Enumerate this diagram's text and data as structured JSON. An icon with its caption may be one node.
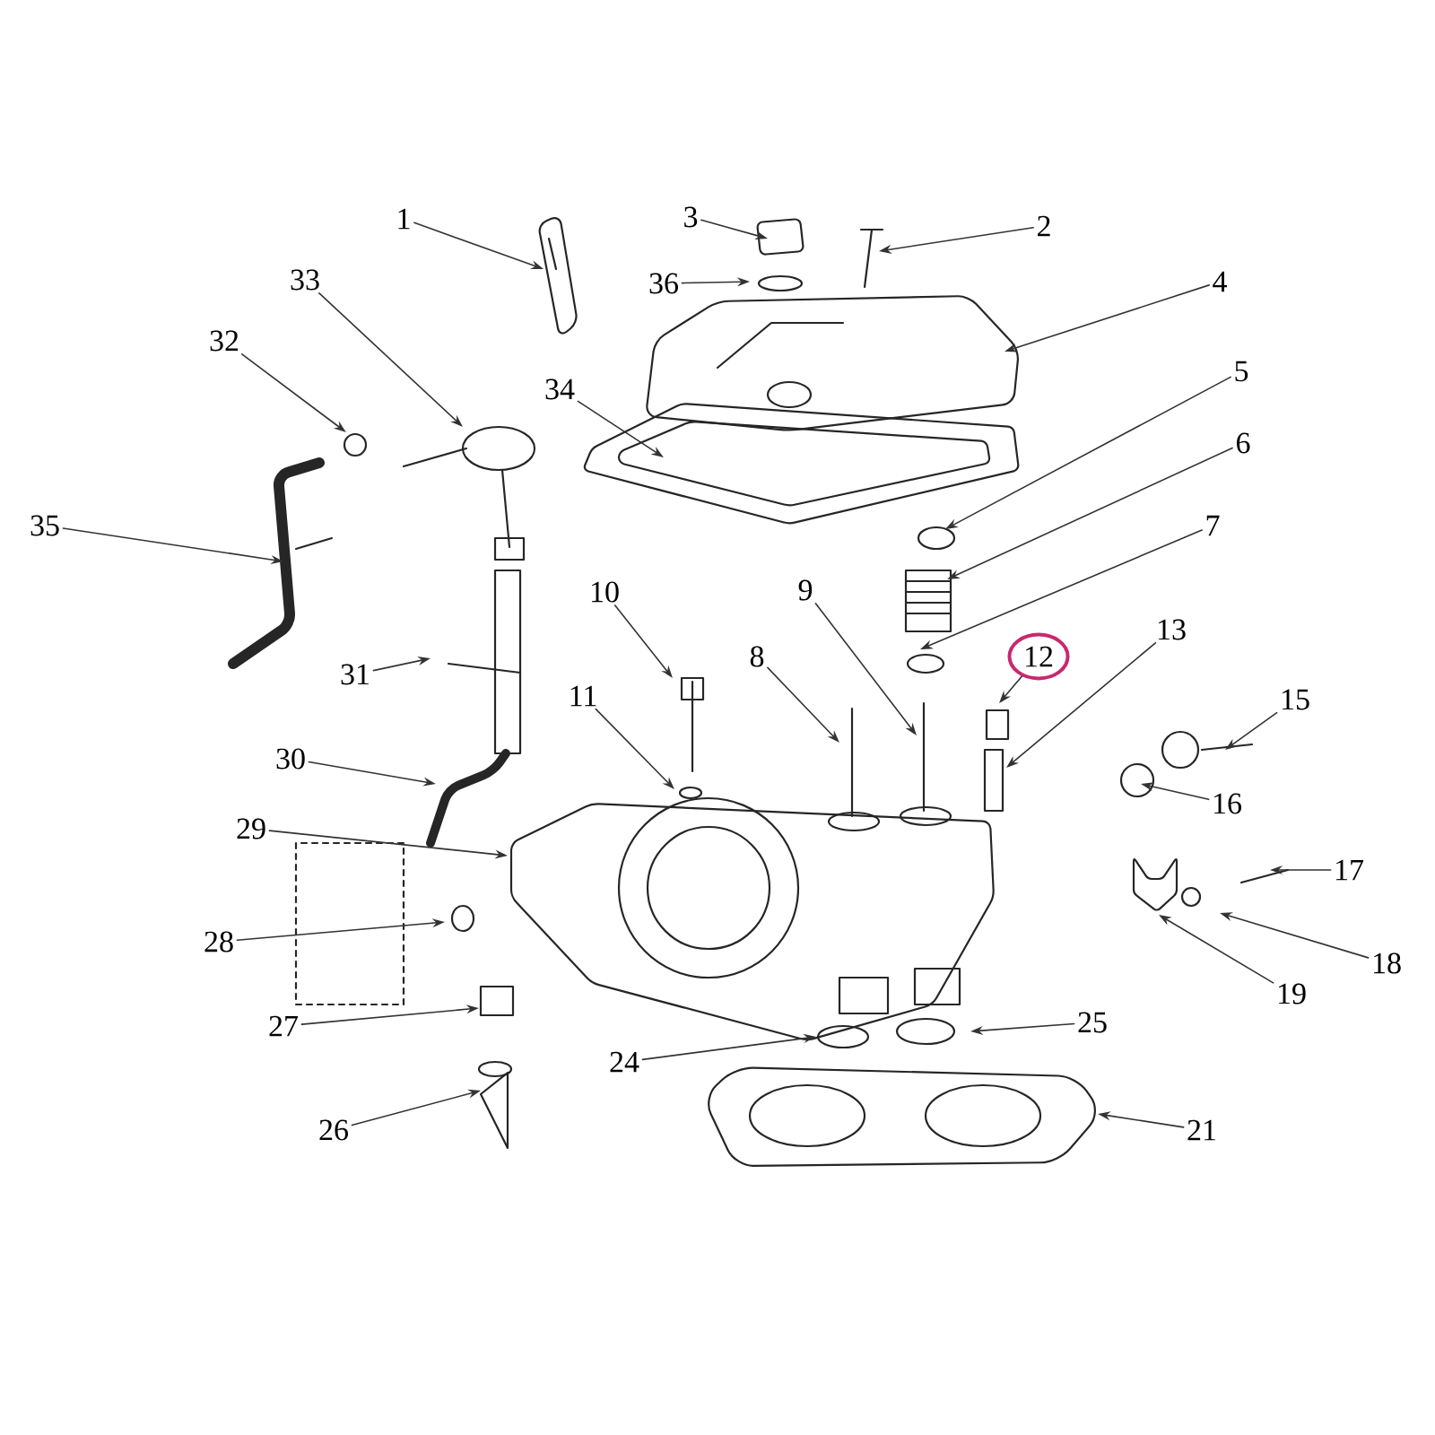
{
  "diagram": {
    "nodes": [
      {
        "text": [
          "1"
        ]
      },
      {
        "text": [
          "2"
        ]
      },
      {
        "text": [
          "3"
        ]
      },
      {
        "text": [
          "36"
        ]
      },
      {
        "text": [
          "4"
        ]
      },
      {
        "text": [
          "34"
        ]
      },
      {
        "text": [
          "33"
        ]
      },
      {
        "text": [
          "32"
        ]
      },
      {
        "text": [
          "35"
        ]
      },
      {
        "text": [
          "5"
        ]
      },
      {
        "text": [
          "6"
        ]
      },
      {
        "text": [
          "7"
        ]
      },
      {
        "text": [
          "10"
        ]
      },
      {
        "text": [
          "9"
        ]
      },
      {
        "text": [
          "8"
        ]
      },
      {
        "text": [
          "12"
        ]
      },
      {
        "text": [
          "13"
        ]
      },
      {
        "text": [
          "31"
        ]
      },
      {
        "text": [
          "11"
        ]
      },
      {
        "text": [
          "15"
        ]
      },
      {
        "text": [
          "30"
        ]
      },
      {
        "text": [
          "16"
        ]
      },
      {
        "text": [
          "29"
        ]
      },
      {
        "text": [
          "17"
        ]
      },
      {
        "text": [
          "28"
        ]
      },
      {
        "text": [
          "18"
        ]
      },
      {
        "text": [
          "19"
        ]
      },
      {
        "text": [
          "27"
        ]
      },
      {
        "text": [
          "25"
        ]
      },
      {
        "text": [
          "24"
        ]
      },
      {
        "text": [
          "26"
        ]
      },
      {
        "text": [
          "21"
        ]
      }
    ],
    "edges": [
      {
        "from": 0,
        "to": null,
        "arrow": "to"
      },
      {
        "from": 1,
        "to": null,
        "arrow": "to"
      },
      {
        "from": 2,
        "to": null,
        "arrow": "to"
      },
      {
        "from": 3,
        "to": null,
        "arrow": "to"
      },
      {
        "from": 4,
        "to": null,
        "arrow": "to"
      },
      {
        "from": 5,
        "to": null,
        "arrow": "to"
      },
      {
        "from": 6,
        "to": null,
        "arrow": "to"
      },
      {
        "from": 7,
        "to": null,
        "arrow": "to"
      },
      {
        "from": 8,
        "to": null,
        "arrow": "to"
      },
      {
        "from": 9,
        "to": null,
        "arrow": "to"
      },
      {
        "from": 10,
        "to": null,
        "arrow": "to"
      },
      {
        "from": 11,
        "to": null,
        "arrow": "to"
      },
      {
        "from": 12,
        "to": null,
        "arrow": "to"
      },
      {
        "from": 13,
        "to": null,
        "arrow": "to"
      },
      {
        "from": 14,
        "to": null,
        "arrow": "to"
      },
      {
        "from": 15,
        "to": null,
        "arrow": "to"
      },
      {
        "from": 16,
        "to": null,
        "arrow": "to"
      },
      {
        "from": 17,
        "to": null,
        "arrow": "to"
      },
      {
        "from": 18,
        "to": null,
        "arrow": "to"
      },
      {
        "from": 19,
        "to": null,
        "arrow": "to"
      },
      {
        "from": 20,
        "to": null,
        "arrow": "to"
      },
      {
        "from": 21,
        "to": null,
        "arrow": "to"
      },
      {
        "from": 22,
        "to": null,
        "arrow": "to"
      },
      {
        "from": 23,
        "to": null,
        "arrow": "to"
      },
      {
        "from": 24,
        "to": null,
        "arrow": "to"
      },
      {
        "from": 25,
        "to": null,
        "arrow": "to"
      },
      {
        "from": 26,
        "to": null,
        "arrow": "to"
      },
      {
        "from": 27,
        "to": null,
        "arrow": "to"
      },
      {
        "from": 28,
        "to": null,
        "arrow": "to"
      },
      {
        "from": 29,
        "to": null,
        "arrow": "to"
      },
      {
        "from": 30,
        "to": null,
        "arrow": "to"
      },
      {
        "from": 31,
        "to": null,
        "arrow": "to"
      }
    ]
  }
}
